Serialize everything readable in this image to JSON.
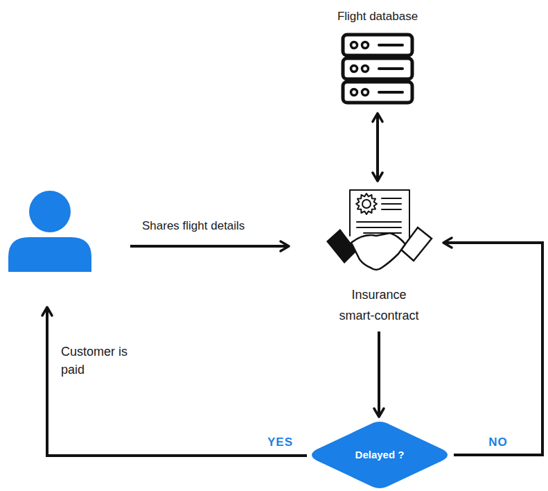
{
  "diagram": {
    "nodes": [
      {
        "text": [
          "Flight database"
        ]
      },
      {
        "text": [
          "Insurance smart-contract"
        ]
      },
      {
        "text": [
          "Delayed ?"
        ]
      }
    ],
    "edges": [
      {
        "from": 0,
        "to": 1,
        "arrow": "both"
      },
      {
        "from": 1,
        "to": 2,
        "arrow": "to"
      },
      {
        "from": 2,
        "to": 1,
        "arrow": "to",
        "label": "NO"
      }
    ],
    "labels": [
      "Shares flight details",
      "Customer is paid",
      "YES"
    ]
  }
}
